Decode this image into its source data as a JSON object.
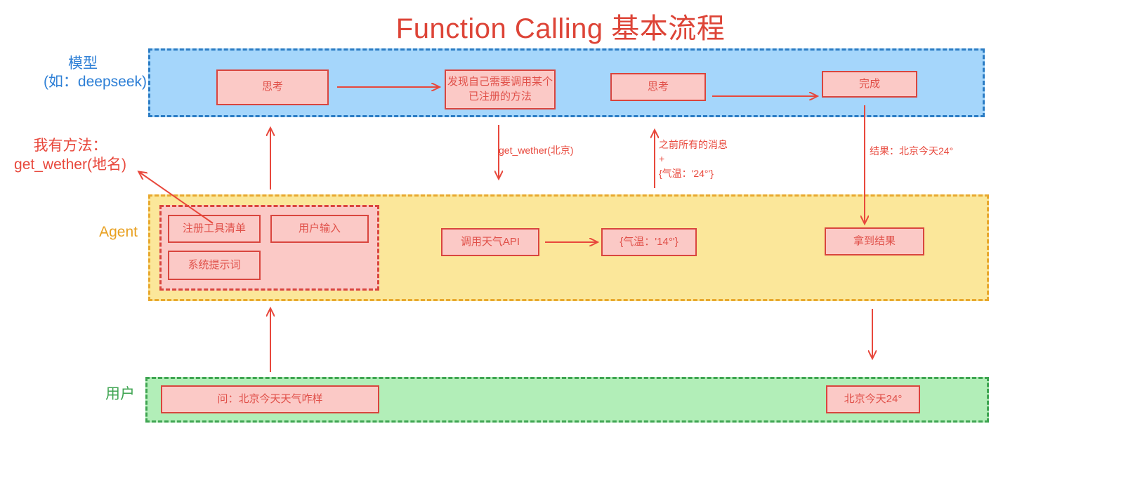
{
  "title": "Function Calling 基本流程",
  "colors": {
    "title_red": "#dd4437",
    "box_fill": "#fbc9c6",
    "box_border": "#d9453e",
    "box_text": "#e05049",
    "model_band_fill": "#a5d6fb",
    "model_band_border": "#2b7cc4",
    "agent_band_fill": "#fbe79a",
    "agent_band_border": "#e8a82e",
    "user_band_fill": "#b2eeb8",
    "user_band_border": "#3fa552",
    "arrow_red": "#e8483c"
  },
  "lanes": {
    "model": {
      "label_line1": "模型",
      "label_line2": "(如：deepseek)",
      "boxes": [
        {
          "id": "think1",
          "label": "思考"
        },
        {
          "id": "discover",
          "label": "发现自己需要调用某个已注册的方法"
        },
        {
          "id": "think2",
          "label": "思考"
        },
        {
          "id": "done",
          "label": "完成"
        }
      ]
    },
    "agent": {
      "label": "Agent",
      "inner_boxes": [
        {
          "id": "toollist",
          "label": "注册工具清单"
        },
        {
          "id": "userinput",
          "label": "用户输入"
        },
        {
          "id": "sysprompt",
          "label": "系统提示词"
        }
      ],
      "boxes": [
        {
          "id": "callapi",
          "label": "调用天气API"
        },
        {
          "id": "temp14",
          "label": "{气温：'14°'}"
        },
        {
          "id": "getres",
          "label": "拿到结果"
        }
      ]
    },
    "user": {
      "label": "用户",
      "boxes": [
        {
          "id": "question",
          "label": "问：北京今天天气咋样"
        },
        {
          "id": "answer",
          "label": "北京今天24°"
        }
      ]
    }
  },
  "annotations": {
    "method_note_line1": "我有方法：",
    "method_note_line2": "get_wether(地名)",
    "arrow_get_wether": "get_wether(北京)",
    "arrow_prev_msgs_line1": "之前所有的消息",
    "arrow_prev_msgs_line2": "+",
    "arrow_prev_msgs_line3": "{气温：'24°'}",
    "arrow_result": "结果：北京今天24°"
  }
}
